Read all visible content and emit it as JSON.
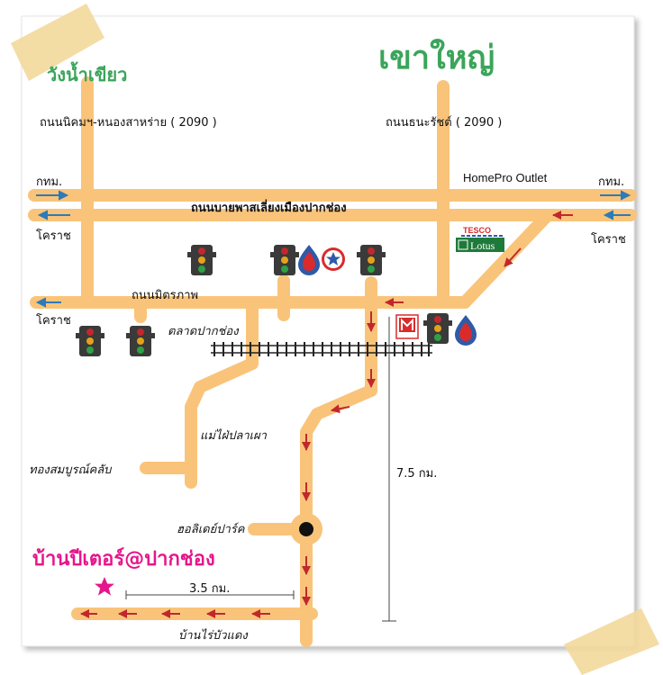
{
  "places": {
    "wang_nam_khiao": "วังน้ำเขียว",
    "khao_yai": "เขาใหญ่",
    "destination": "บ้านปีเตอร์@ปากช่อง"
  },
  "roads": {
    "nikhom_nong_sarai": "ถนนนิคมฯ-หนองสาหร่าย ( 2090 )",
    "thanarat": "ถนนธนะรัชต์ ( 2090 )",
    "bypass": "ถนนบายพาสเลี่ยงเมืองปากช่อง",
    "mittraphap": "ถนนมิตรภาพ"
  },
  "directions": {
    "bkk_left": "กทม.",
    "bkk_right": "กทม.",
    "korat_left_upper": "โคราช",
    "korat_left_lower": "โคราช",
    "korat_right": "โคราช"
  },
  "landmarks": {
    "homepro_outlet": "HomePro  Outlet",
    "tesco": "TESCO",
    "lotus": "Lotus",
    "pakchong_market": "ตลาดปากช่อง",
    "mae_phai_pla_phao": "แม่ไฝ่ปลาเผา",
    "thong_somboon_club": "ทองสมบูรณ์คลับ",
    "holiday_park": "ฮอลิเดย์ปาร์ค",
    "ban_rai_bua_daeng": "บ้านไร่บัวแดง"
  },
  "distances": {
    "main": "7.5 กม.",
    "side": "3.5 กม."
  },
  "colors": {
    "road": "#f9c47a",
    "arrow_red": "#c0282d",
    "arrow_blue": "#2f7ab8",
    "green_text": "#3aa55a",
    "pink_text": "#e6168c",
    "tape": "#f3d89b"
  },
  "icons": {
    "traffic_light": "traffic-light-icon",
    "ptt": "ptt-station-icon",
    "caltex": "caltex-star-icon",
    "tesco_lotus": "tesco-lotus-logo",
    "makro": "makro-logo",
    "star": "destination-star-icon",
    "roundabout": "roundabout-icon",
    "railway": "railway-icon"
  }
}
